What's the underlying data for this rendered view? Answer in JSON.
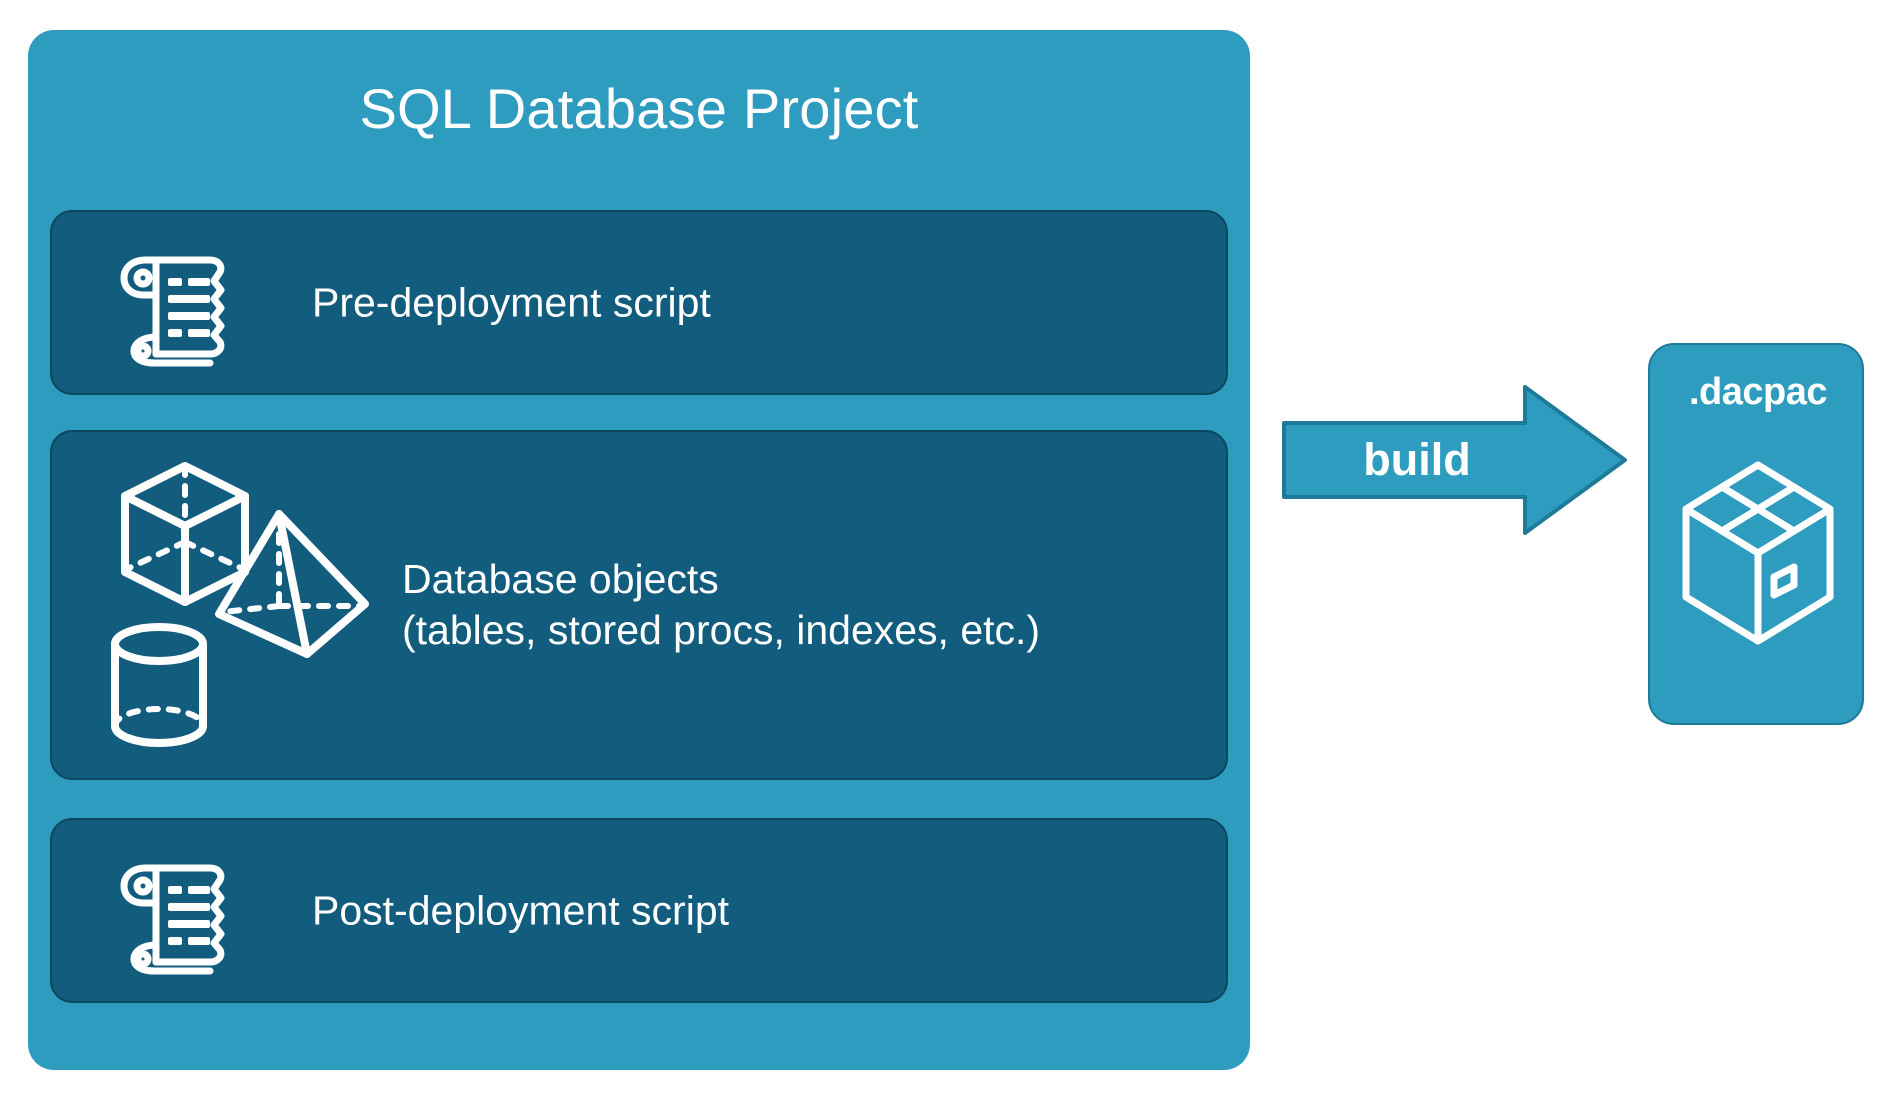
{
  "diagram": {
    "title": "SQL Database Project build to dacpac",
    "background_color": "#ffffff"
  },
  "colors": {
    "panel_teal": "#2d9cbf",
    "card_dark_blue": "#125c7e",
    "card_border": "#0c4760",
    "arrow_fill": "#2d9cbf",
    "arrow_border": "#1d7b99",
    "text_white": "#ffffff"
  },
  "project_panel": {
    "title": "SQL Database Project",
    "cards": [
      {
        "id": "pre-deployment",
        "label": "Pre-deployment script",
        "icon": "scroll-icon"
      },
      {
        "id": "database-objects",
        "label": "Database objects\n(tables, stored procs, indexes, etc.)",
        "icon": "shapes-icon"
      },
      {
        "id": "post-deployment",
        "label": "Post-deployment script",
        "icon": "scroll-icon"
      }
    ]
  },
  "build_arrow": {
    "label": "build",
    "direction": "right"
  },
  "output": {
    "title": ".dacpac",
    "icon": "package-box-icon"
  }
}
